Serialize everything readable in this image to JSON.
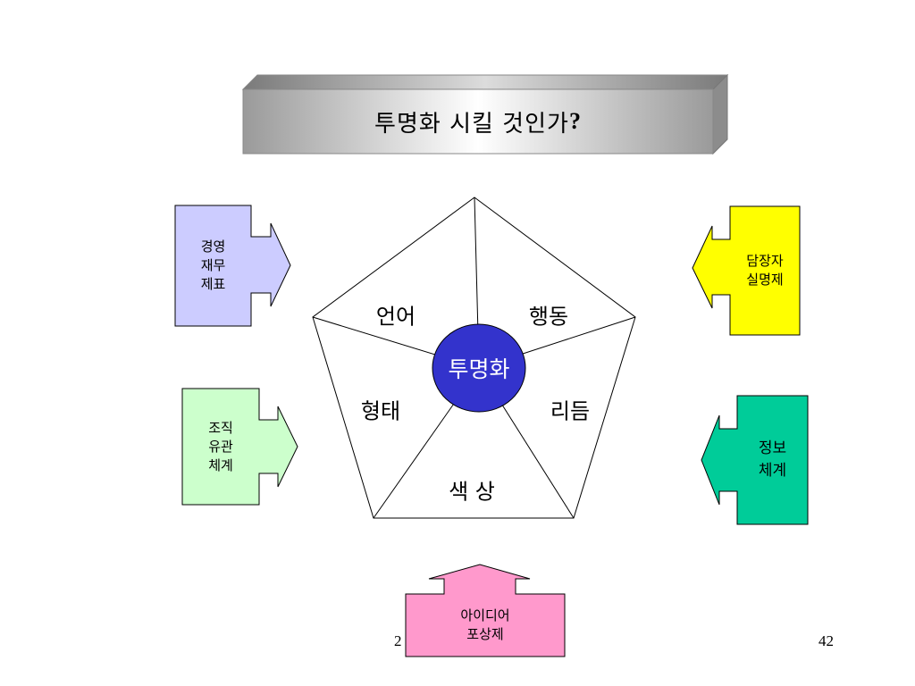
{
  "slide": {
    "title": "투명화 시킬 것인가",
    "title_mark": "?",
    "center": "투명화",
    "segments": {
      "language": "언어",
      "behavior": "행동",
      "form": "형태",
      "rhythm": "리듬",
      "color": "색 상"
    },
    "callouts": {
      "left_top": [
        "경영",
        "재무",
        "제표"
      ],
      "left_bottom": [
        "조직",
        "유관",
        "체계"
      ],
      "right_top": [
        "담장자",
        "실명제"
      ],
      "right_bottom": [
        "정보",
        "체계"
      ],
      "bottom": [
        "아이디어",
        "포상제"
      ]
    },
    "footer": {
      "left_partial": "2",
      "page_number": "42"
    }
  },
  "colors": {
    "purple_fill": "#ccccff",
    "green_fill": "#ccffcc",
    "yellow_fill": "#ffff00",
    "teal_fill": "#00cc99",
    "pink_fill": "#ff99cc",
    "center_fill": "#3333cc"
  }
}
